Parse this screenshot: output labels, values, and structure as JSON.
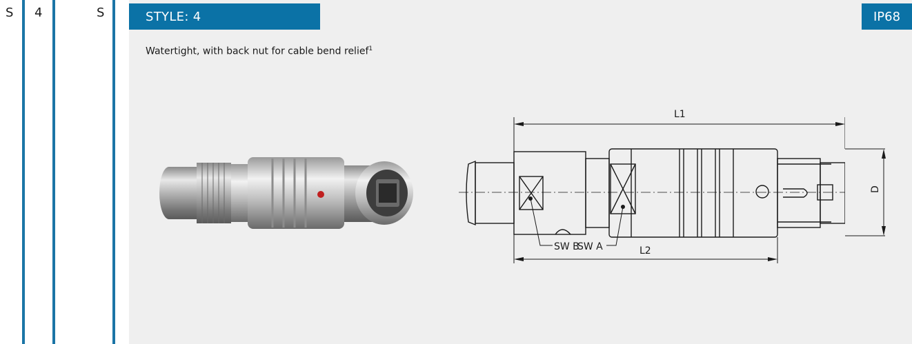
{
  "left_codes": {
    "col1": "S",
    "col2": "4",
    "col3": "S"
  },
  "header": {
    "title": "STYLE: 4",
    "badge": "IP68"
  },
  "description": {
    "text": "Watertight, with back nut for cable bend relief",
    "footnote": "1"
  },
  "drawing": {
    "dim_L1": "L1",
    "dim_L2": "L2",
    "dim_D": "D",
    "label_swb": "SW B",
    "label_swa": "SW A"
  },
  "colors": {
    "accent": "#0b72a6",
    "panel": "#efefef"
  }
}
